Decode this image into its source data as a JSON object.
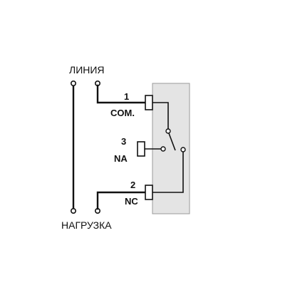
{
  "labels": {
    "line": "ЛИНИЯ",
    "load": "НАГРУЗКА"
  },
  "terminals": [
    {
      "number": "1",
      "name": "COM."
    },
    {
      "number": "3",
      "name": "NA"
    },
    {
      "number": "2",
      "name": "NC"
    }
  ],
  "colors": {
    "ink": "#111111",
    "device_fill": "#e4e4e4",
    "device_border": "#9a9a9a",
    "background": "#ffffff"
  }
}
